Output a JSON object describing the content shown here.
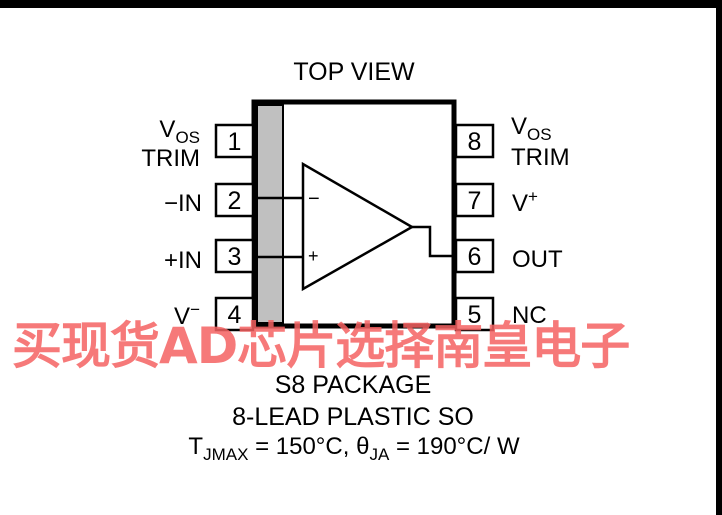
{
  "diagram": {
    "title": "TOP VIEW",
    "pins": [
      {
        "number": "1",
        "label_main": "V",
        "label_sub": "OS",
        "label_line2": "TRIM"
      },
      {
        "number": "2",
        "label": "−IN"
      },
      {
        "number": "3",
        "label": "+IN"
      },
      {
        "number": "4",
        "label_main": "V",
        "label_sup": "−"
      },
      {
        "number": "5",
        "label": "NC"
      },
      {
        "number": "6",
        "label": "OUT"
      },
      {
        "number": "7",
        "label_main": "V",
        "label_sup": "+"
      },
      {
        "number": "8",
        "label_main": "V",
        "label_sub": "OS",
        "label_line2": "TRIM"
      }
    ],
    "opamp": {
      "minus": "−",
      "plus": "+"
    },
    "package": {
      "line1": "S8 PACKAGE",
      "line2": "8-LEAD PLASTIC SO",
      "tj_main": "T",
      "tj_sub": "JMAX",
      "tj_value": " = 150°C, ",
      "theta": "θ",
      "theta_sub": "JA",
      "theta_value": " = 190°C/ W"
    }
  },
  "watermark": {
    "text": "买现货AD芯片选择南皇电子",
    "color": "#f46262"
  }
}
